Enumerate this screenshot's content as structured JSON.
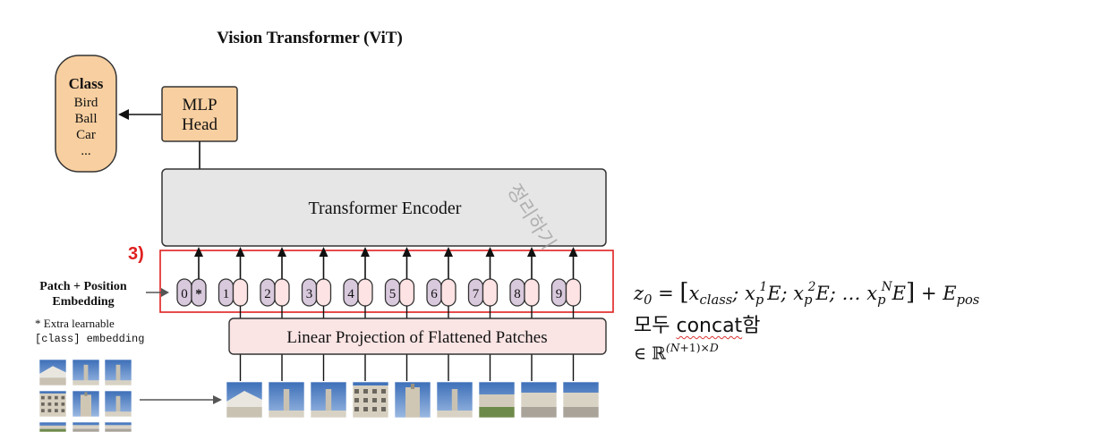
{
  "diagram": {
    "title": "Vision Transformer (ViT)",
    "class_box": {
      "heading": "Class",
      "items": [
        "Bird",
        "Ball",
        "Car",
        "..."
      ]
    },
    "mlp_head": {
      "line1": "MLP",
      "line2": "Head"
    },
    "encoder_label": "Transformer Encoder",
    "watermark": "정리하기",
    "highlight_label": "3)",
    "patch_position_label": {
      "line1": "Patch + Position",
      "line2": "Embedding"
    },
    "extra_note": {
      "line1": "* Extra learnable",
      "line2": "[class] embedding"
    },
    "linear_projection_label": "Linear Projection of Flattened Patches",
    "tokens": [
      "0",
      "1",
      "2",
      "3",
      "4",
      "5",
      "6",
      "7",
      "8",
      "9"
    ],
    "class_token_marker": "*",
    "colors": {
      "class_box_fill": "#f8cfa0",
      "mlp_fill": "#f8cfa0",
      "encoder_fill": "#e6e6e6",
      "projection_fill": "#fbe4e4",
      "position_fill": "#d9c9dd",
      "patch_embed_fill": "#fde3e3",
      "highlight_red": "#e02020"
    }
  },
  "formula": {
    "line2_prefix": "모두",
    "line2_word": "concat",
    "line2_suffix": "함"
  }
}
